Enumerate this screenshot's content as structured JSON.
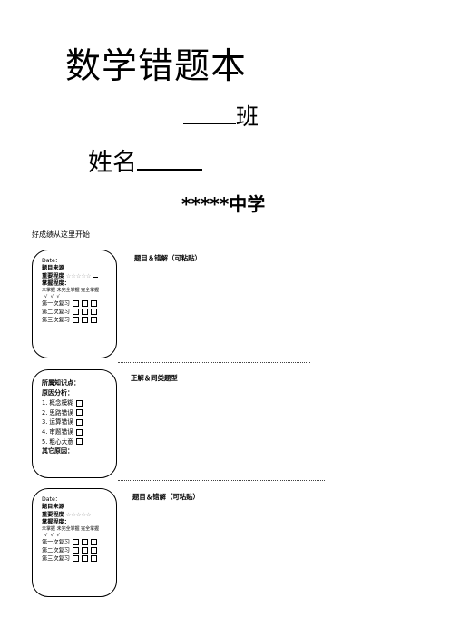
{
  "header": {
    "title": "数学错题本",
    "class_suffix": "班",
    "name_label": "姓名",
    "school": "*****中学",
    "tagline": "好成绩从这里开始"
  },
  "card_record": {
    "date": "Date：",
    "source": "题目来源",
    "importance": "重要程度",
    "stars": "☆☆☆☆☆",
    "mastery": "掌握程度：",
    "levels": "未掌握  未完全掌握  完全掌握",
    "ticks": "√          √          √",
    "review1": "第一次复习",
    "review2": "第二次复习",
    "review3": "第三次复习"
  },
  "card_analysis": {
    "knowledge": "所属知识点：",
    "cause": "原因分析：",
    "reasons": [
      "1. 概念模糊",
      "2. 思路错误",
      "3. 运算错误",
      "4. 审题错误",
      "5. 粗心大意"
    ],
    "other": "其它原因："
  },
  "sections": {
    "problem": "题目＆错解（可粘贴）",
    "solution": "正解＆同类题型",
    "problem2": "题目＆错解（可粘贴）"
  }
}
